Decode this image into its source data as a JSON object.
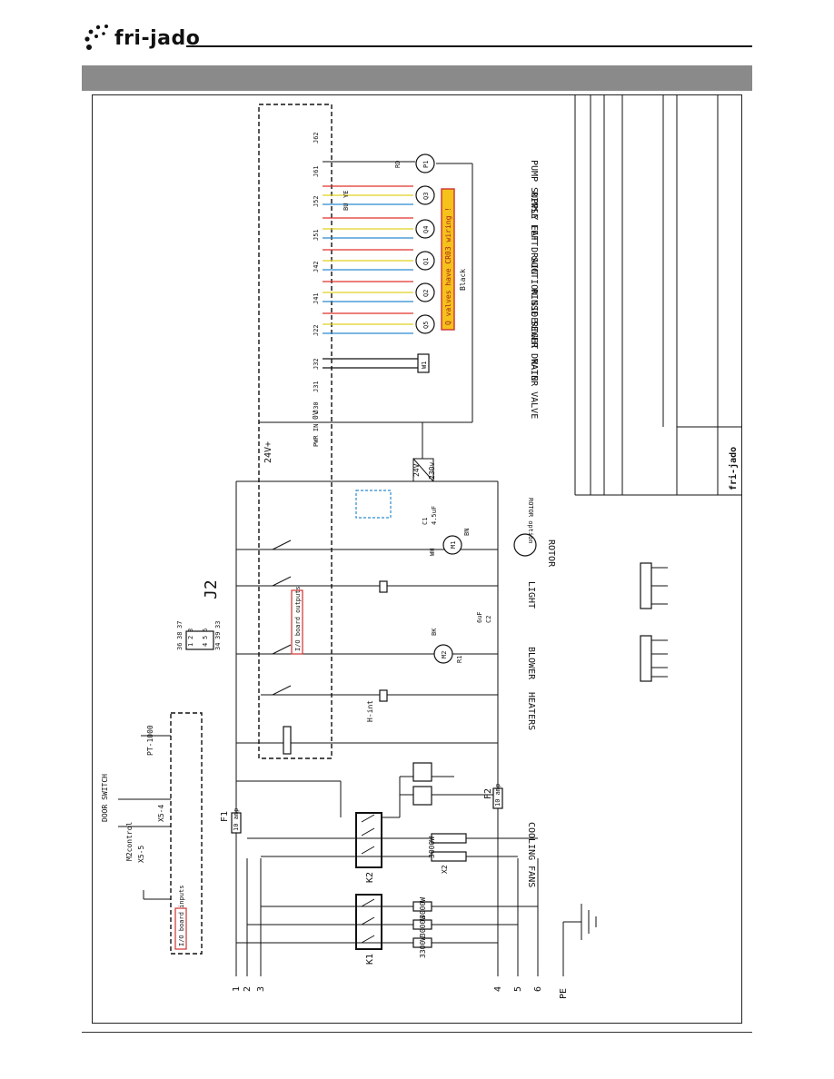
{
  "brand": {
    "name": "fri-jado"
  },
  "terminals": {
    "left": [
      "1",
      "2",
      "3"
    ],
    "right": [
      "4",
      "5",
      "6"
    ],
    "pe": "PE"
  },
  "contactors": {
    "k1": "K1",
    "k2": "K2"
  },
  "fuses": {
    "f1": "F1",
    "f1_rating": "10 amp",
    "f2": "F2",
    "f2_rating": "10 amp"
  },
  "heaters": {
    "h1": "3300W",
    "h2": "3000W",
    "h3": "3000W",
    "h4": "3000W",
    "x2": "X2"
  },
  "io_inputs": {
    "title": "I/O board inputs",
    "mcontrol": "M2control",
    "door_switch": "DOOR SWITCH",
    "pt1000": "PT-1000",
    "x5_4": "X5-4",
    "x5_5": "X5-5"
  },
  "connector_j2": {
    "title": "J2",
    "pins_top": [
      "1",
      "2",
      "3"
    ],
    "pins_bottom": [
      "4",
      "5",
      "6"
    ],
    "wires_top": [
      "36",
      "38",
      "37"
    ],
    "wires_bottom": [
      "34",
      "39",
      "33"
    ]
  },
  "io_outputs": {
    "title": "I/O board outputs"
  },
  "loads": {
    "cooling_fans": "COOLING FANS",
    "heaters": "HEATERS",
    "blower": "BLOWER",
    "light": "LIGHT",
    "rotor": "ROTOR",
    "rotor_option": "ROTOR option",
    "h_int": "H-int",
    "m2": "M2",
    "m1": "M1",
    "r1": "R1",
    "c1": "C1",
    "c2": "C2",
    "c1_value": "4.5uF",
    "c2_value": "6uF"
  },
  "transformer": {
    "primary": "230v",
    "secondary": "24V"
  },
  "valves": {
    "note": "Q valves have CR03 wiring !",
    "black": "Black",
    "items": [
      {
        "id": "P1",
        "name": "PUMP SUPPLY"
      },
      {
        "id": "Q3",
        "name": "RINSE LEFT"
      },
      {
        "id": "Q4",
        "name": "FAT DRAIN"
      },
      {
        "id": "Q1",
        "name": "SUCTION SIDE"
      },
      {
        "id": "Q2",
        "name": "RINSE RIGHT"
      },
      {
        "id": "Q5",
        "name": "SEWER DRAIN"
      },
      {
        "id": "W1",
        "name": "WATER VALVE"
      }
    ]
  },
  "relay_board": {
    "supply": "24V+",
    "zero": "0V",
    "pwr_in": "PWR IN",
    "connectors": [
      "J62",
      "J61",
      "J52",
      "J51",
      "J42",
      "J41",
      "J22",
      "J32",
      "J31",
      "J30"
    ]
  },
  "wire_colors": {
    "rd": "RD",
    "bu": "BU",
    "ye": "YE",
    "wh": "WH",
    "bn": "BN",
    "bk": "BK"
  },
  "title_block": {
    "company": "fri-jado"
  },
  "colors": {
    "red": "#e0302a",
    "yellow": "#e0d020",
    "blue": "#2a8bd0",
    "note_bg": "#f4c21b",
    "callout": "#d03030",
    "header": "#8a8a8a"
  }
}
